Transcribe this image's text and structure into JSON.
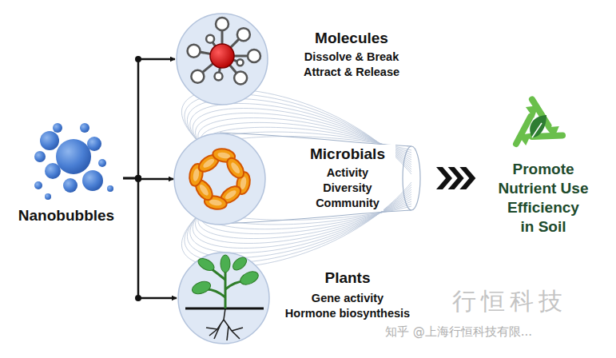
{
  "diagram": {
    "nodes": [
      {
        "text": [
          "Nanobubbles"
        ]
      },
      {
        "text": [
          "Molecules",
          "Dissolve & Break Attract & Release"
        ]
      },
      {
        "text": [
          "Microbials",
          "Activity Diversity Community"
        ]
      },
      {
        "text": [
          "Plants",
          "Gene activity Hormone biosynthesis"
        ]
      },
      {
        "text": [
          "Promote Nutrient Use Efficiency in Soil"
        ]
      }
    ],
    "edges": [
      {
        "from": 0,
        "to": 1,
        "arrow": "to"
      },
      {
        "from": 0,
        "to": 2,
        "arrow": "to"
      },
      {
        "from": 0,
        "to": 3,
        "arrow": "to"
      },
      {
        "from": 2,
        "to": 4,
        "arrow": "to"
      }
    ],
    "labels": [
      "行恒科技",
      "知乎 @上海行恒科技有限..."
    ]
  }
}
